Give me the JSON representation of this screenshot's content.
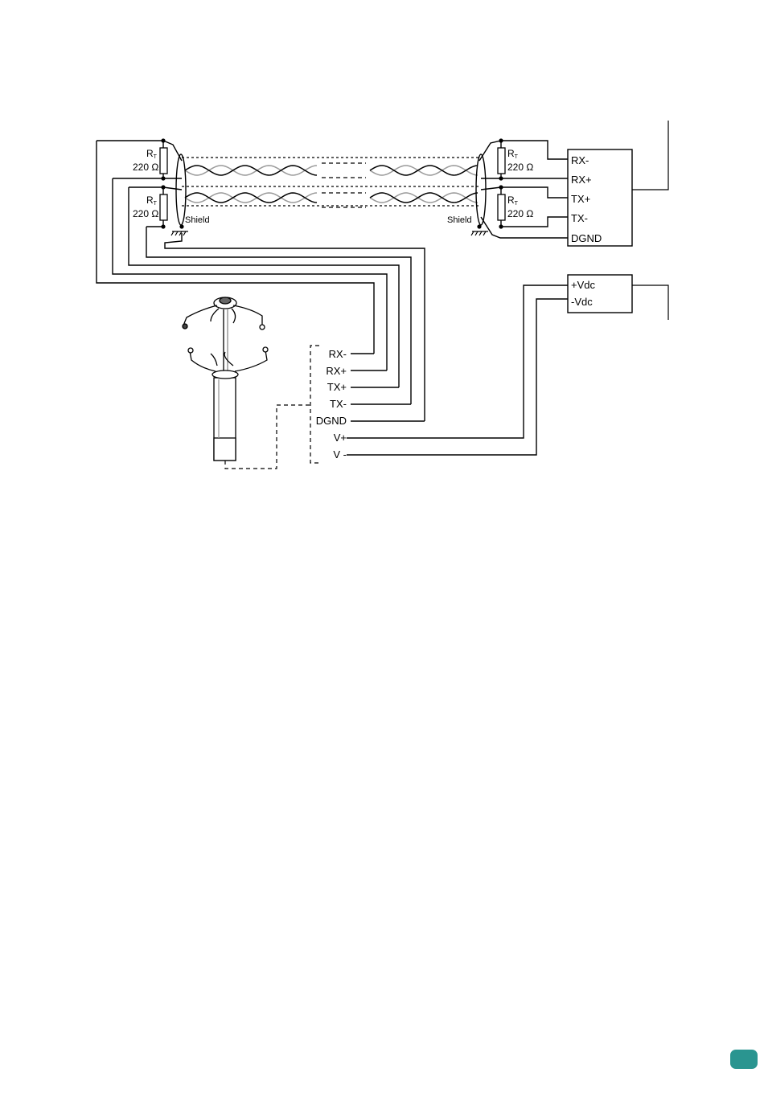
{
  "resistors": {
    "symbol": "R",
    "subscript": "T",
    "value": "220 Ω"
  },
  "shield_label": "Shield",
  "master_terminals": [
    "RX-",
    "RX+",
    "TX+",
    "TX-",
    "DGND"
  ],
  "power_terminals": [
    "+Vdc",
    "-Vdc"
  ],
  "sensor_terminals": [
    "RX-",
    "RX+",
    "TX+",
    "TX-",
    "DGND",
    "V+",
    "V -"
  ],
  "colors": {
    "line": "#000000",
    "twisted_pair_light": "#9a9a9a",
    "page_badge": "#2a9590"
  }
}
